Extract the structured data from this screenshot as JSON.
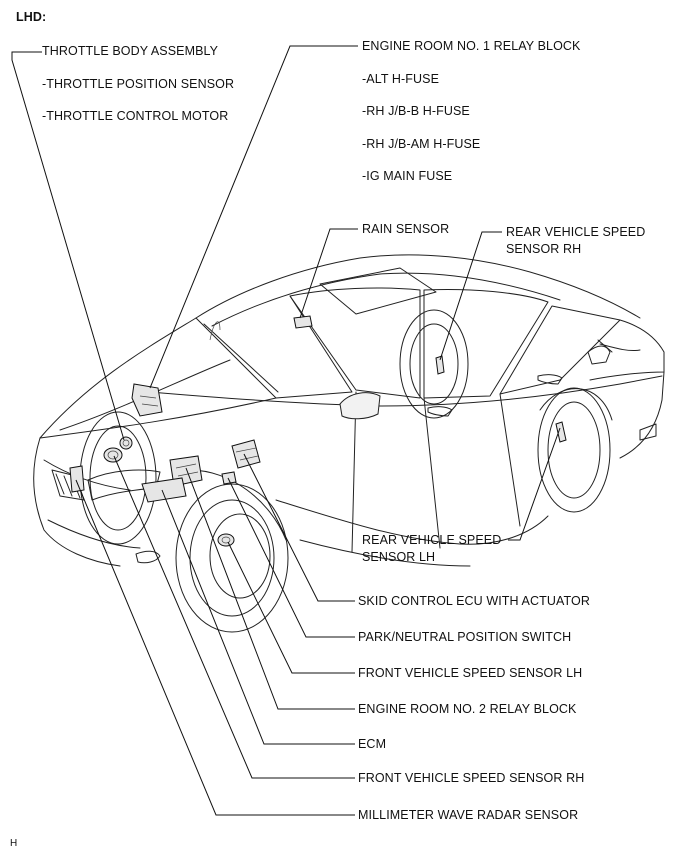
{
  "header": {
    "title": "LHD:"
  },
  "footer": {
    "code": "H"
  },
  "labels": {
    "throttle_body": "THROTTLE BODY ASSEMBLY",
    "throttle_position": "-THROTTLE POSITION SENSOR",
    "throttle_motor": "-THROTTLE CONTROL MOTOR",
    "relay1": "ENGINE ROOM NO. 1 RELAY BLOCK",
    "alt": "-ALT H-FUSE",
    "rhjbb": "-RH J/B-B H-FUSE",
    "rhjbam": "-RH J/B-AM H-FUSE",
    "igmain": "-IG MAIN FUSE",
    "rain": "RAIN SENSOR",
    "rear_rh_1": "REAR VEHICLE SPEED",
    "rear_rh_2": "SENSOR RH",
    "rear_lh_1": "REAR VEHICLE SPEED",
    "rear_lh_2": "SENSOR LH",
    "skid": "SKID CONTROL ECU WITH ACTUATOR",
    "park": "PARK/NEUTRAL POSITION SWITCH",
    "front_lh": "FRONT VEHICLE SPEED SENSOR LH",
    "relay2": "ENGINE ROOM NO. 2 RELAY BLOCK",
    "ecm": "ECM",
    "front_rh": "FRONT VEHICLE SPEED SENSOR RH",
    "radar": "MILLIMETER WAVE RADAR SENSOR"
  }
}
